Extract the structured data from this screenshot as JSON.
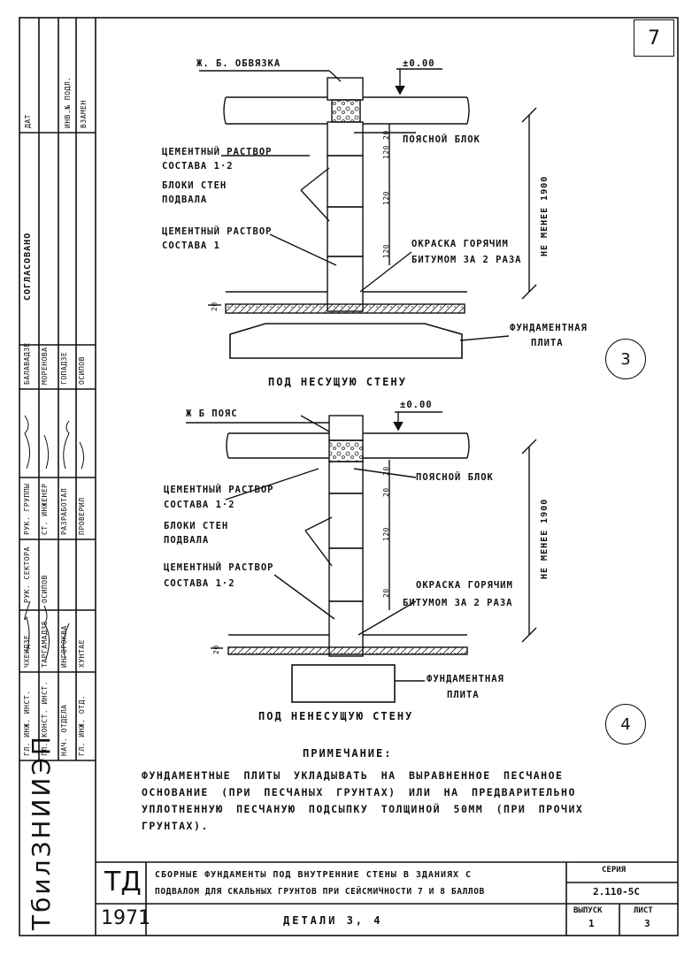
{
  "sheet_number": "7",
  "detail3": {
    "belt_label": "Ж. Б. ОБВЯЗКА",
    "level": "±0.00",
    "mortar_top_1": "ЦЕМЕНТНЫЙ РАСТВОР",
    "mortar_top_2": "СОСТАВА 1·2",
    "blocks_1": "БЛОКИ СТЕН",
    "blocks_2": "ПОДВАЛА",
    "mortar_bot_1": "ЦЕМЕНТНЫЙ РАСТВОР",
    "mortar_bot_2": "СОСТАВА 1",
    "belt_block": "ПОЯСНОЙ БЛОК",
    "paint_1": "ОКРАСКА ГОРЯЧИМ",
    "paint_2": "БИТУМОМ ЗА 2 РАЗА",
    "min_height": "НЕ МЕНЕЕ 1900",
    "dim20": "20",
    "dim120": "120",
    "slab_1": "ФУНДАМЕНТНАЯ",
    "slab_2": "ПЛИТА",
    "caption": "ПОД НЕСУЩУЮ СТЕНУ",
    "number": "3"
  },
  "detail4": {
    "belt_label": "Ж Б ПОЯС",
    "level": "±0.00",
    "belt_block": "ПОЯСНОЙ БЛОК",
    "mortar_top_1": "ЦЕМЕНТНЫЙ РАСТВОР",
    "mortar_top_2": "СОСТАВА 1·2",
    "blocks_1": "БЛОКИ СТЕН",
    "blocks_2": "ПОДВАЛА",
    "mortar_bot_1": "ЦЕМЕНТНЫЙ РАСТВОР",
    "mortar_bot_2": "СОСТАВА 1·2",
    "paint_1": "ОКРАСКА ГОРЯЧИМ",
    "paint_2": "БИТУМОМ ЗА 2 РАЗА",
    "min_height": "НЕ МЕНЕЕ 1900",
    "dim20": "20",
    "dim120": "120",
    "slab_1": "ФУНДАМЕНТНАЯ",
    "slab_2": "ПЛИТА",
    "caption": "ПОД НЕНЕСУЩУЮ СТЕНУ",
    "number": "4"
  },
  "note": {
    "heading": "ПРИМЕЧАНИЕ:",
    "text": "ФУНДАМЕНТНЫЕ ПЛИТЫ УКЛАДЫВАТЬ НА ВЫРАВНЕННОЕ ПЕСЧАНОЕ ОСНОВАНИЕ (ПРИ ПЕСЧАНЫХ ГРУНТАХ) ИЛИ НА ПРЕДВАРИТЕЛЬНО УПЛОТНЕННУЮ ПЕСЧАНУЮ ПОДСЫПКУ ТОЛЩИНОЙ 50ММ (ПРИ ПРОЧИХ ГРУНТАХ)."
  },
  "title_block": {
    "org": "ТбилЗНИИЭП",
    "td": "ТД",
    "year": "1971",
    "title_line1": "СБОРНЫЕ ФУНДАМЕНТЫ ПОД ВНУТРЕННИЕ СТЕНЫ В ЗДАНИЯХ С",
    "title_line2": "ПОДВАЛОМ ДЛЯ СКАЛЬНЫХ ГРУНТОВ ПРИ СЕЙСМИЧНОСТИ 7 И 8 БАЛЛОВ",
    "subtitle": "ДЕТАЛИ 3, 4",
    "series_label": "СЕРИЯ",
    "series_value": "2.110-5С",
    "issue_label": "ВЫПУСК",
    "issue_value": "1",
    "sheet_label": "ЛИСТ",
    "sheet_value": "3"
  },
  "side_stamp": {
    "agreed": "СОГЛАСОВАНО",
    "date_col": "ДАТ",
    "inv_no": "ИНВ.№ ПОДЛ.",
    "instead": "ВЗАМЕН",
    "roles": [
      "ГЛ. ИНЖ. ИНСТ.",
      "ГЛ. КОНСТ. ИНСТ.",
      "НАЧ. ОТДЕЛА",
      "ГЛ. ИНЖ. ОТД.",
      "РУК. СЕКТОРА",
      "РУК. ГРУППЫ",
      "СТ. ИНЖЕНЕР",
      "РАЗРАБОТАЛ",
      "ПРОВЕРИЛ"
    ],
    "names": [
      "ЧХЕИДЗЕ",
      "ТАРГАМАДЗЕ",
      "ИНГОРОКВА",
      "ХУНТАЕ",
      "ОСИПОВ",
      "БАЛАВАДЗЕ",
      "МОРЕНОВА",
      "ГОПАДЗЕ",
      "ОСИПОВ"
    ]
  },
  "colors": {
    "ink": "#111111",
    "paper": "#ffffff"
  }
}
